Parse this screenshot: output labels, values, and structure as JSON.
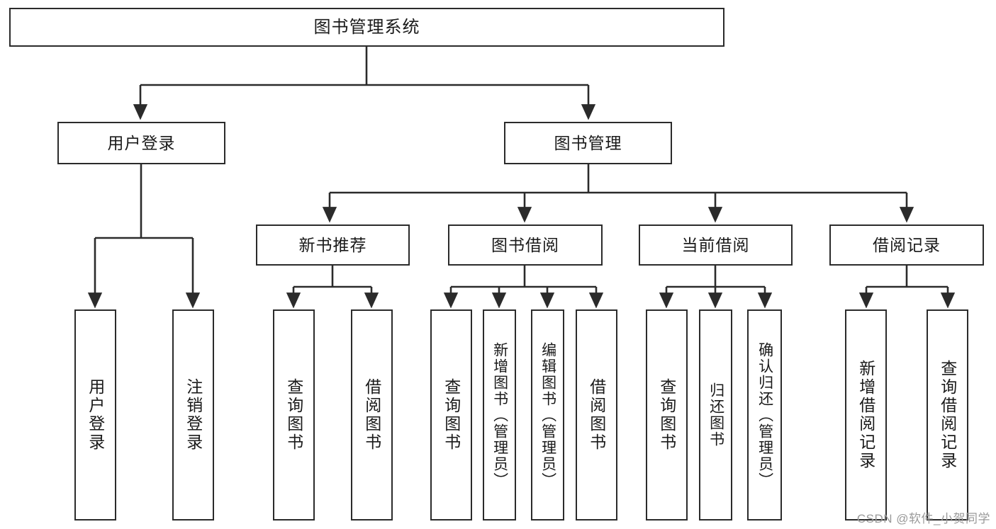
{
  "diagram": {
    "title": "图书管理系统",
    "type": "tree-hierarchy-diagram",
    "root": {
      "label": "图书管理系统"
    },
    "level2": [
      {
        "label": "用户登录"
      },
      {
        "label": "图书管理"
      }
    ],
    "level3": [
      {
        "label": "新书推荐"
      },
      {
        "label": "图书借阅"
      },
      {
        "label": "当前借阅"
      },
      {
        "label": "借阅记录"
      }
    ],
    "leaves": {
      "user_login": [
        {
          "label": "用户登录"
        },
        {
          "label": "注销登录"
        }
      ],
      "new_book_recommend": [
        {
          "label": "查询图书"
        },
        {
          "label": "借阅图书"
        }
      ],
      "book_borrow": [
        {
          "label": "查询图书"
        },
        {
          "label": "新增图书（管理员）"
        },
        {
          "label": "编辑图书（管理员）"
        },
        {
          "label": "借阅图书"
        }
      ],
      "current_borrow": [
        {
          "label": "查询图书"
        },
        {
          "label": "归还图书"
        },
        {
          "label": "确认归还（管理员）"
        }
      ],
      "borrow_record": [
        {
          "label": "新增借阅记录"
        },
        {
          "label": "查询借阅记录"
        }
      ]
    }
  },
  "watermark": {
    "text": "CSDN @软件_小贺同学"
  },
  "colors": {
    "stroke": "#2b2b2b",
    "fill": "#ffffff",
    "text": "#1a1a1a",
    "watermark": "#9a9a9a"
  }
}
